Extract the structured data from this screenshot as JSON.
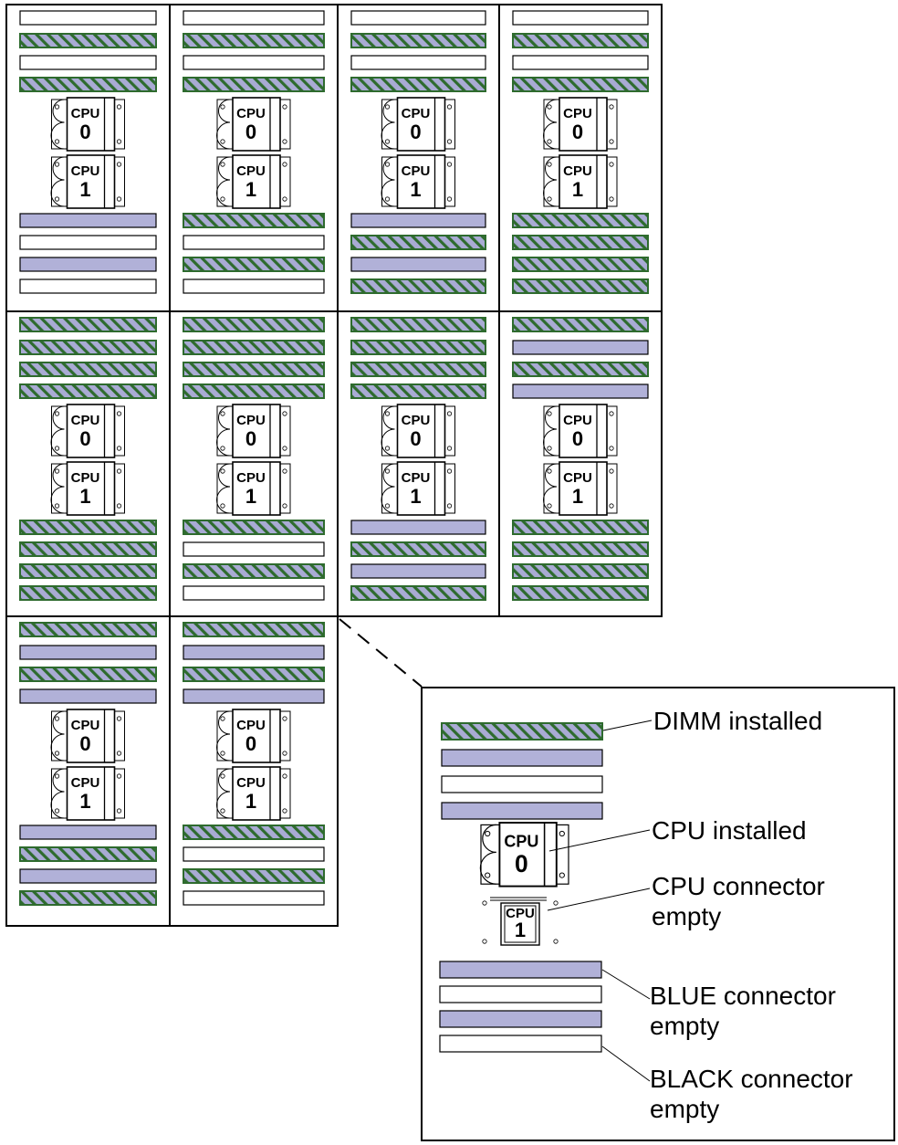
{
  "colors": {
    "dimm_stripe": "#2e6b2e",
    "dimm_fill": "#a9abd4",
    "blue_connector": "#b1b1d8",
    "black_connector": "#ffffff",
    "border": "#000000"
  },
  "cpu": {
    "word": "CPU",
    "labels": [
      "0",
      "1"
    ]
  },
  "configs": [
    {
      "top": [
        "E",
        "D",
        "E",
        "D"
      ],
      "bottom": [
        "B",
        "K",
        "B",
        "K"
      ]
    },
    {
      "top": [
        "E",
        "D",
        "E",
        "D"
      ],
      "bottom": [
        "D",
        "K",
        "D",
        "K"
      ]
    },
    {
      "top": [
        "E",
        "D",
        "E",
        "D"
      ],
      "bottom": [
        "B",
        "D",
        "B",
        "D"
      ]
    },
    {
      "top": [
        "E",
        "D",
        "E",
        "D"
      ],
      "bottom": [
        "D",
        "D",
        "D",
        "D"
      ]
    },
    {
      "top": [
        "D",
        "D",
        "D",
        "D"
      ],
      "bottom": [
        "D",
        "D",
        "D",
        "D"
      ]
    },
    {
      "top": [
        "D",
        "D",
        "D",
        "D"
      ],
      "bottom": [
        "D",
        "K",
        "D",
        "K"
      ]
    },
    {
      "top": [
        "D",
        "D",
        "D",
        "D"
      ],
      "bottom": [
        "B",
        "D",
        "B",
        "D"
      ]
    },
    {
      "top": [
        "D",
        "B",
        "D",
        "B"
      ],
      "bottom": [
        "D",
        "D",
        "D",
        "D"
      ]
    },
    {
      "top": [
        "D",
        "B",
        "D",
        "B"
      ],
      "bottom": [
        "B",
        "D",
        "B",
        "D"
      ]
    },
    {
      "top": [
        "D",
        "B",
        "D",
        "B"
      ],
      "bottom": [
        "D",
        "K",
        "D",
        "K"
      ]
    }
  ],
  "legend": {
    "top": [
      "D",
      "B",
      "K",
      "B"
    ],
    "bottom": [
      "B",
      "K",
      "B",
      "K"
    ],
    "dimm_installed": "DIMM installed",
    "cpu_installed": "CPU installed",
    "cpu_empty_1": "CPU connector",
    "cpu_empty_2": "empty",
    "blue_empty_1": "BLUE connector",
    "blue_empty_2": "empty",
    "black_empty_1": "BLACK connector",
    "black_empty_2": "empty"
  }
}
